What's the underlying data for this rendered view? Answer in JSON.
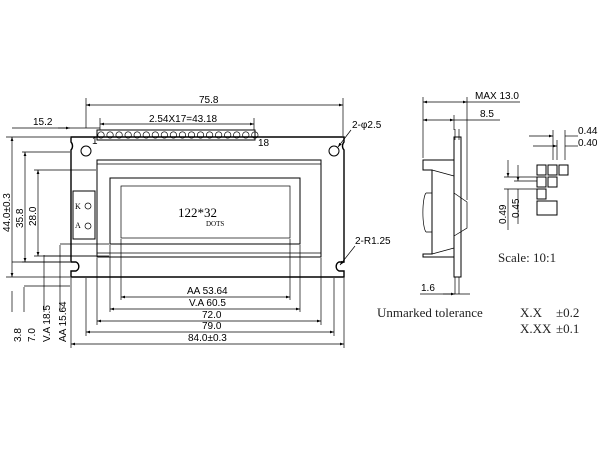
{
  "front_view": {
    "overall_width": "75.8",
    "pin_offset": "15.2",
    "pin_pitch": "2.54X17=43.18",
    "pin_first": "1",
    "pin_last": "18",
    "mount_holes": "2-φ2.5",
    "corner_radius": "2-R1.25",
    "height_total": "44.0±0.3",
    "height_2": "35.8",
    "height_3": "28.0",
    "label_k": "K",
    "label_a": "A",
    "resolution": "122*32",
    "dots": "DOTS",
    "dim_aa_w": "AA  53.64",
    "dim_va_w": "V.A  60.5",
    "dim_72": "72.0",
    "dim_79": "79.0",
    "dim_84": "84.0±0.3",
    "dim_3_8": "3.8",
    "dim_7_0": "7.0",
    "dim_va_h": "V.A  18.5",
    "dim_aa_h": "AA  15.64"
  },
  "side_view": {
    "max_thickness": "MAX  13.0",
    "dim_8_5": "8.5",
    "dim_1_6": "1.6"
  },
  "dot_detail": {
    "dim_0_44": "0.44",
    "dim_0_40": "0.40",
    "dim_0_49": "0.49",
    "dim_0_45": "0.45",
    "scale": "Scale:  10:1"
  },
  "tolerance": {
    "label": "Unmarked tolerance",
    "row1_format": "X.X",
    "row1_value": "±0.2",
    "row2_format": "X.XX",
    "row2_value": "±0.1"
  }
}
